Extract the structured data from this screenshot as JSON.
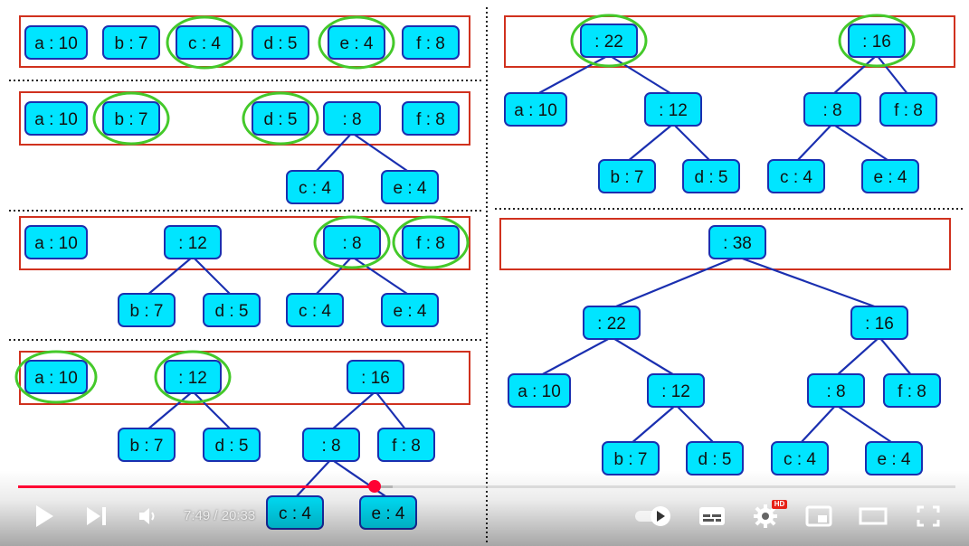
{
  "colors": {
    "node_fill": "#00e5ff",
    "node_border": "#1a2fb0",
    "edge": "#1a2fb0",
    "highlight_box": "#d0311e",
    "selection_circle": "#44c92a",
    "divider": "#222222",
    "progress_played": "#ff0033"
  },
  "panels": [
    {
      "nodes": [
        {
          "id": "p1a",
          "label": "a : 10"
        },
        {
          "id": "p1b",
          "label": "b : 7"
        },
        {
          "id": "p1c",
          "label": "c : 4",
          "selected": true
        },
        {
          "id": "p1d",
          "label": "d : 5"
        },
        {
          "id": "p1e",
          "label": "e : 4",
          "selected": true
        },
        {
          "id": "p1f",
          "label": "f : 8"
        }
      ],
      "edges": []
    },
    {
      "nodes": [
        {
          "id": "p2a",
          "label": "a : 10"
        },
        {
          "id": "p2b",
          "label": "b : 7",
          "selected": true
        },
        {
          "id": "p2d",
          "label": "d : 5",
          "selected": true
        },
        {
          "id": "p2n8",
          "label": ": 8"
        },
        {
          "id": "p2f",
          "label": "f : 8"
        },
        {
          "id": "p2c",
          "label": "c : 4"
        },
        {
          "id": "p2e",
          "label": "e : 4"
        }
      ],
      "edges": [
        [
          "p2n8",
          "p2c"
        ],
        [
          "p2n8",
          "p2e"
        ]
      ]
    },
    {
      "nodes": [
        {
          "id": "p3a",
          "label": "a : 10"
        },
        {
          "id": "p3n12",
          "label": ": 12"
        },
        {
          "id": "p3n8",
          "label": ": 8",
          "selected": true
        },
        {
          "id": "p3f",
          "label": "f : 8",
          "selected": true
        },
        {
          "id": "p3b",
          "label": "b : 7"
        },
        {
          "id": "p3d",
          "label": "d : 5"
        },
        {
          "id": "p3c",
          "label": "c : 4"
        },
        {
          "id": "p3e",
          "label": "e : 4"
        }
      ],
      "edges": [
        [
          "p3n12",
          "p3b"
        ],
        [
          "p3n12",
          "p3d"
        ],
        [
          "p3n8",
          "p3c"
        ],
        [
          "p3n8",
          "p3e"
        ]
      ]
    },
    {
      "nodes": [
        {
          "id": "p4a",
          "label": "a : 10",
          "selected": true
        },
        {
          "id": "p4n12",
          "label": ": 12",
          "selected": true
        },
        {
          "id": "p4n16",
          "label": ": 16"
        },
        {
          "id": "p4b",
          "label": "b : 7"
        },
        {
          "id": "p4d",
          "label": "d : 5"
        },
        {
          "id": "p4n8",
          "label": ": 8"
        },
        {
          "id": "p4f",
          "label": "f : 8"
        },
        {
          "id": "p4c",
          "label": "c : 4"
        },
        {
          "id": "p4e",
          "label": "e : 4"
        }
      ],
      "edges": [
        [
          "p4n12",
          "p4b"
        ],
        [
          "p4n12",
          "p4d"
        ],
        [
          "p4n16",
          "p4n8"
        ],
        [
          "p4n16",
          "p4f"
        ],
        [
          "p4n8",
          "p4c"
        ],
        [
          "p4n8",
          "p4e"
        ]
      ]
    },
    {
      "nodes": [
        {
          "id": "p5n22",
          "label": ": 22",
          "selected": true
        },
        {
          "id": "p5n16",
          "label": ": 16",
          "selected": true
        },
        {
          "id": "p5a",
          "label": "a : 10"
        },
        {
          "id": "p5n12",
          "label": ": 12"
        },
        {
          "id": "p5n8",
          "label": ": 8"
        },
        {
          "id": "p5f",
          "label": "f : 8"
        },
        {
          "id": "p5b",
          "label": "b : 7"
        },
        {
          "id": "p5d",
          "label": "d : 5"
        },
        {
          "id": "p5c",
          "label": "c : 4"
        },
        {
          "id": "p5e",
          "label": "e : 4"
        }
      ],
      "edges": [
        [
          "p5n22",
          "p5a"
        ],
        [
          "p5n22",
          "p5n12"
        ],
        [
          "p5n12",
          "p5b"
        ],
        [
          "p5n12",
          "p5d"
        ],
        [
          "p5n16",
          "p5n8"
        ],
        [
          "p5n16",
          "p5f"
        ],
        [
          "p5n8",
          "p5c"
        ],
        [
          "p5n8",
          "p5e"
        ]
      ]
    },
    {
      "nodes": [
        {
          "id": "p6n38",
          "label": ": 38"
        },
        {
          "id": "p6n22",
          "label": ": 22"
        },
        {
          "id": "p6n16",
          "label": ": 16"
        },
        {
          "id": "p6a",
          "label": "a : 10"
        },
        {
          "id": "p6n12",
          "label": ": 12"
        },
        {
          "id": "p6n8",
          "label": ": 8"
        },
        {
          "id": "p6f",
          "label": "f : 8"
        },
        {
          "id": "p6b",
          "label": "b : 7"
        },
        {
          "id": "p6d",
          "label": "d : 5"
        },
        {
          "id": "p6c",
          "label": "c : 4"
        },
        {
          "id": "p6e",
          "label": "e : 4"
        }
      ],
      "edges": [
        [
          "p6n38",
          "p6n22"
        ],
        [
          "p6n38",
          "p6n16"
        ],
        [
          "p6n22",
          "p6a"
        ],
        [
          "p6n22",
          "p6n12"
        ],
        [
          "p6n12",
          "p6b"
        ],
        [
          "p6n12",
          "p6d"
        ],
        [
          "p6n16",
          "p6n8"
        ],
        [
          "p6n16",
          "p6f"
        ],
        [
          "p6n8",
          "p6c"
        ],
        [
          "p6n8",
          "p6e"
        ]
      ]
    }
  ],
  "player": {
    "current_time": "7:49",
    "duration": "20:33",
    "time_display": "7:49 / 20:33",
    "played_fraction": 0.3807,
    "buffered_fraction": 0.4,
    "hd_badge": "HD",
    "controls": {
      "play": "play-icon",
      "next": "next-icon",
      "volume": "volume-icon",
      "autoplay": "autoplay-toggle-icon",
      "subtitles": "subtitles-icon",
      "settings": "gear-icon",
      "miniplayer": "miniplayer-icon",
      "theater": "theater-mode-icon",
      "fullscreen": "fullscreen-icon"
    }
  }
}
